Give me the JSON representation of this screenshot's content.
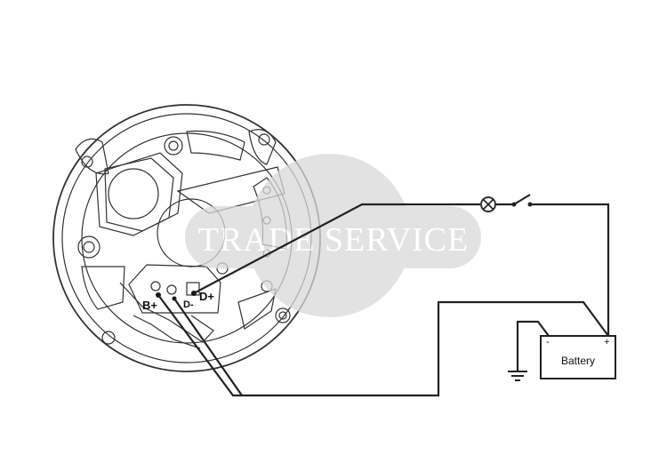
{
  "terminals": {
    "b_plus": "B+",
    "d_plus": "D+",
    "d_minus": "D-"
  },
  "battery": {
    "label": "Battery",
    "minus": "-",
    "plus": "+"
  },
  "watermark": {
    "text": "TRADE SERVICE"
  },
  "colors": {
    "line": "#333333",
    "wire": "#222222",
    "watermark": "#d9d9d9"
  }
}
